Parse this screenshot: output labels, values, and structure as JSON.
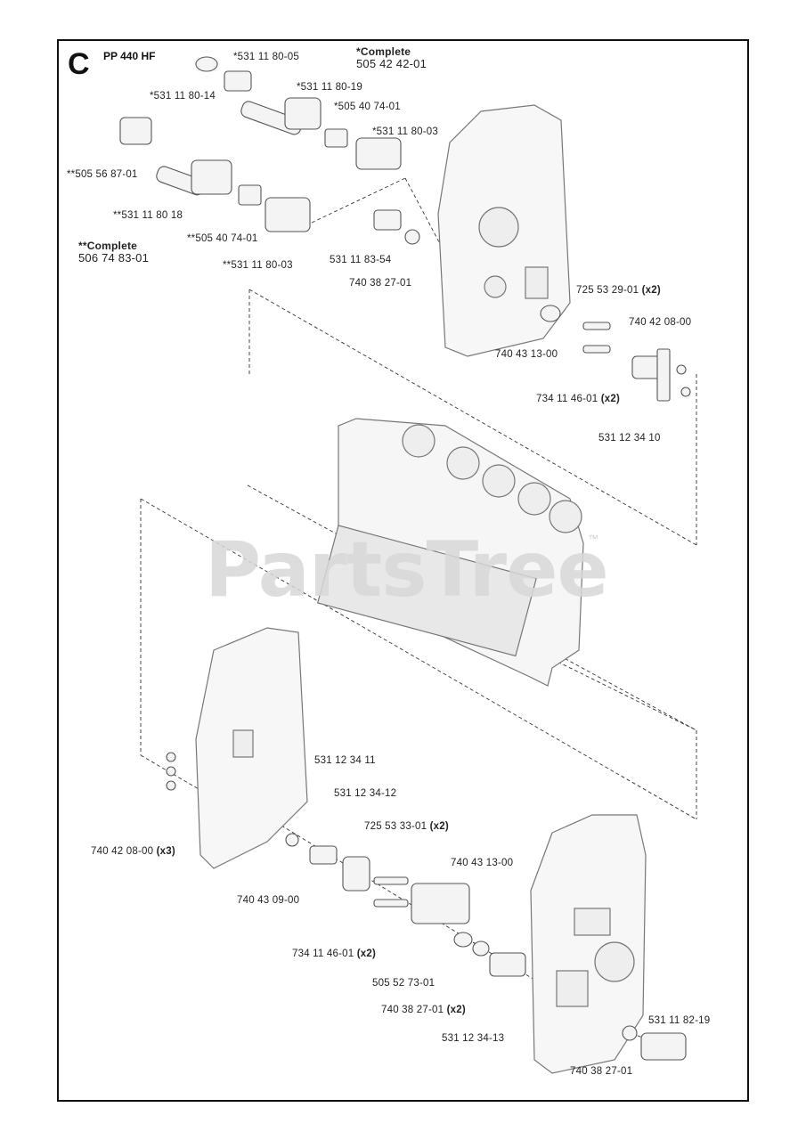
{
  "header": {
    "section": "C",
    "model": "PP 440 HF"
  },
  "complete_single": {
    "title": "*Complete",
    "number": "505 42 42-01"
  },
  "complete_double": {
    "title": "**Complete",
    "number": "506 74 83-01"
  },
  "parts": {
    "p1": "*531 11 80-05",
    "p2": "*531 11 80-14",
    "p3": "*531 11 80-19",
    "p4": "*505 40 74-01",
    "p5": "*531 11 80-03",
    "p6": "**505 56 87-01",
    "p7": "**531 11 80 18",
    "p8": "**505 40 74-01",
    "p9": "**531 11 80-03",
    "p10": "531 11 83-54",
    "p11": "740 38 27-01",
    "p12": "725 53 29-01",
    "p12q": "(x2)",
    "p13": "740 42 08-00",
    "p14": "740 43 13-00",
    "p15": "734 11 46-01",
    "p15q": "(x2)",
    "p16": "531 12 34 10",
    "p17": "531 12 34 11",
    "p18": "531 12 34-12",
    "p19": "725 53 33-01",
    "p19q": "(x2)",
    "p20": "740 42 08-00",
    "p20q": "(x3)",
    "p21": "740 43 13-00",
    "p22": "740 43 09-00",
    "p23": "734 11 46-01",
    "p23q": "(x2)",
    "p24": "505 52 73-01",
    "p25": "740 38 27-01",
    "p25q": "(x2)",
    "p26": "531 11 82-19",
    "p27": "531 12 34-13",
    "p28": "740 38 27-01"
  },
  "watermark": {
    "text": "PartsTree",
    "tm": "™"
  },
  "colors": {
    "line": "#333333",
    "part_fill": "#f4f4f4",
    "part_stroke": "#555555",
    "watermark": "#d8d8d8"
  }
}
